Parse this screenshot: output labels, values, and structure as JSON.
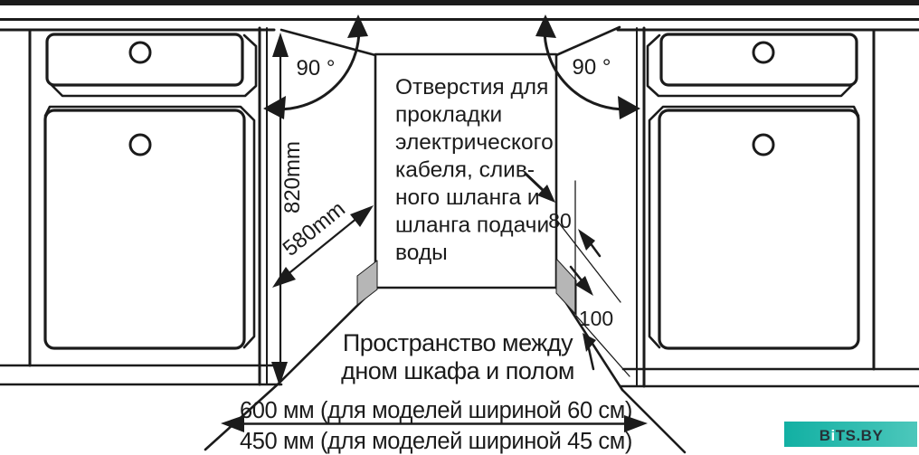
{
  "diagram": {
    "holes_note": {
      "lines": [
        "Отверстия для",
        "прокладки",
        "электрического",
        "кабеля, слив-",
        "ного шланга и",
        "шланга подачи",
        "воды"
      ]
    },
    "floor_note": {
      "lines": [
        "Пространство между",
        "дном шкафа и полом"
      ]
    },
    "dims": {
      "angle_left": "90 °",
      "angle_right": "90 °",
      "height": "820mm",
      "depth": "580mm",
      "hole_offset": "80",
      "hole_length": "100",
      "width_60": "600 мм (для моделей шириной 60 см)",
      "width_45": "450 мм (для моделей шириной 45 см)"
    },
    "watermark": {
      "b": "B",
      "i": "i",
      "rest": "TS.BY"
    },
    "colors": {
      "line": "#1b1b1b",
      "hole_fill": "#b6b6b6",
      "hole_stroke": "#3a3a3a",
      "wm_left": "#12b0a3",
      "wm_right": "#4cc7bb",
      "wm_text": "#263238",
      "wm_i": "#ffffff"
    }
  }
}
